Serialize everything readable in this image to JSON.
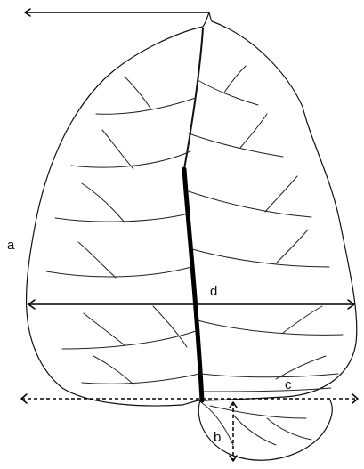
{
  "figure": {
    "labels": {
      "a": "a",
      "b": "b",
      "c": "c",
      "d": "d"
    },
    "colors": {
      "ink": "#111111",
      "background": "#ffffff"
    }
  }
}
